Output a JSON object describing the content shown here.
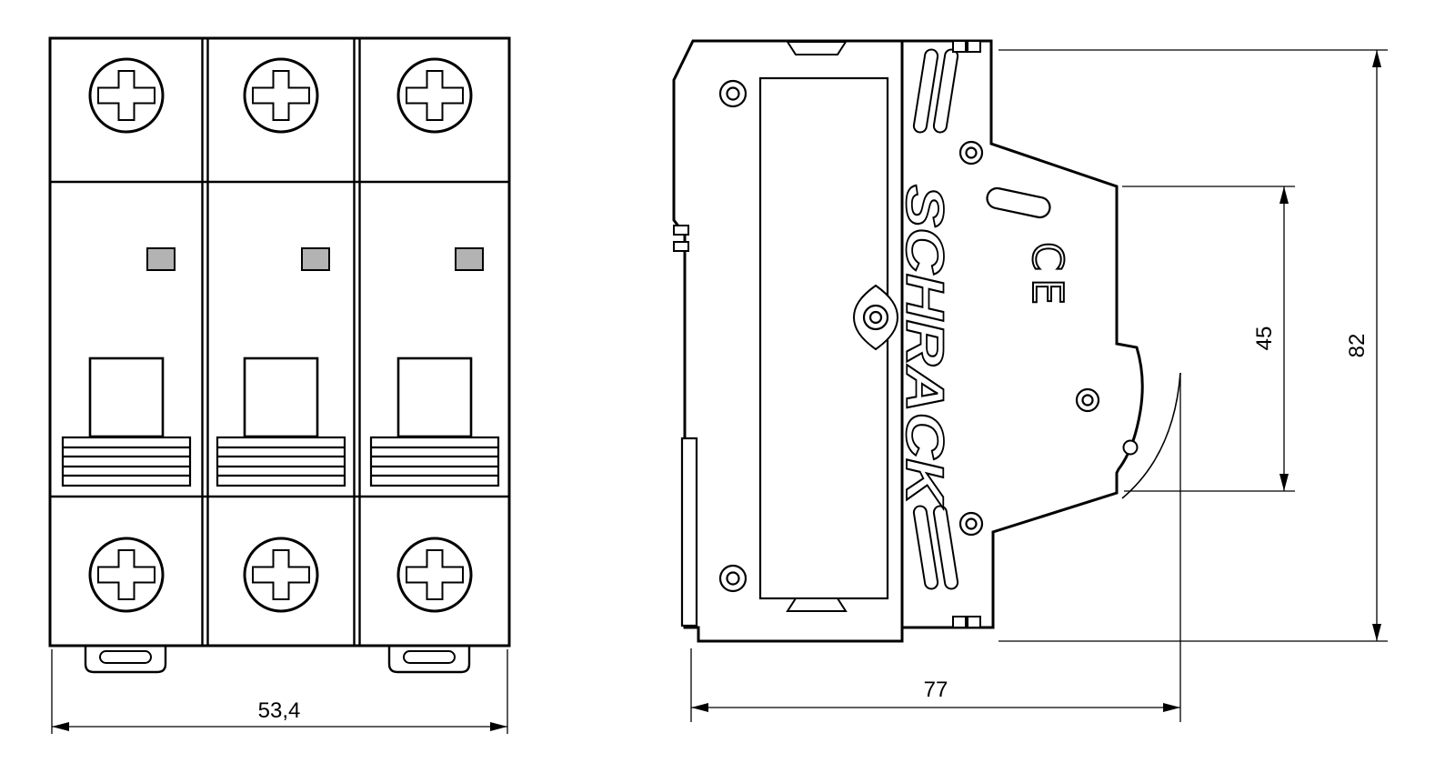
{
  "front_view": {
    "width_dimension": "53,4"
  },
  "side_view": {
    "depth_dimension": "77",
    "front_height_dimension": "45",
    "total_height_dimension": "82",
    "brand_text": "SCHRACK",
    "ce_marking": "CE"
  },
  "colors": {
    "line": "#000000",
    "indicator_fill": "#b3b3b3",
    "background": "#ffffff"
  }
}
